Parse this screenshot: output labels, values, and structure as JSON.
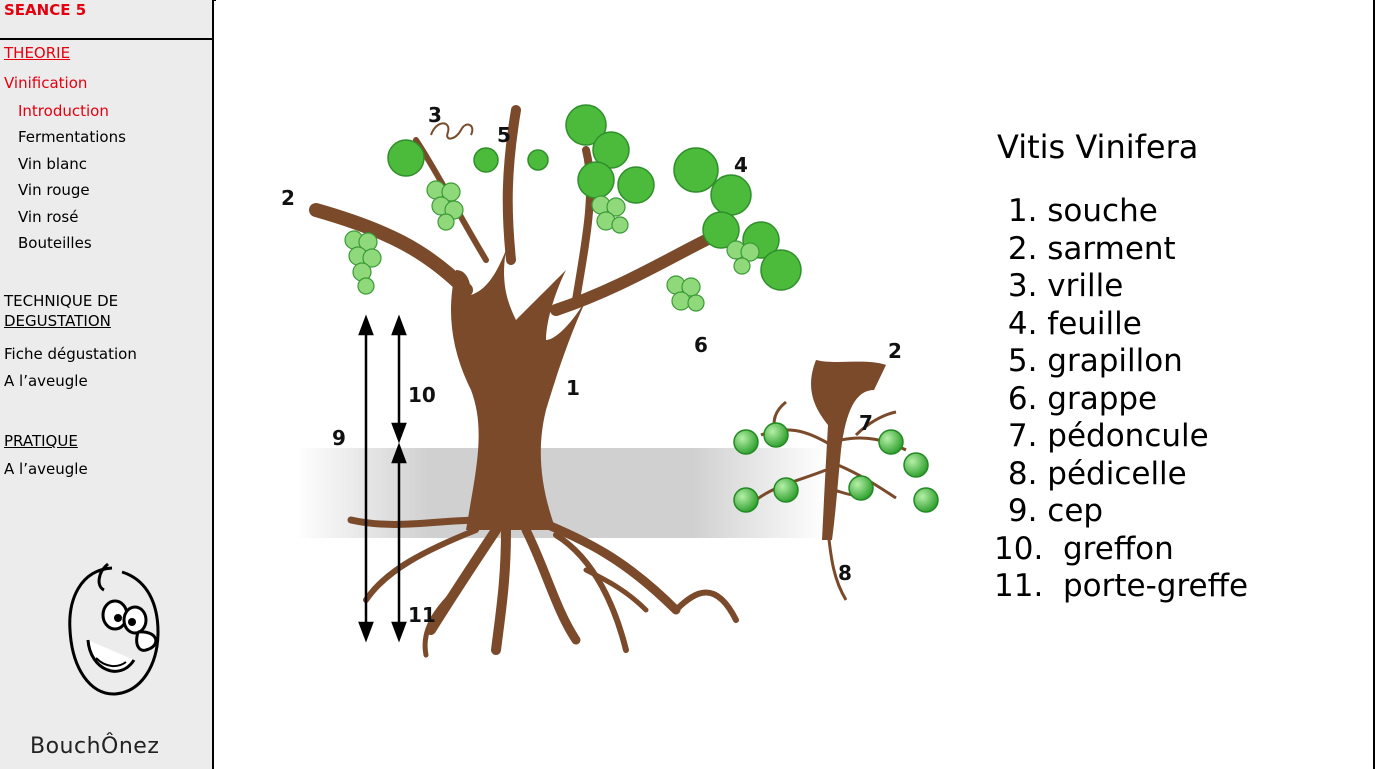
{
  "sidebar": {
    "title": "SEANCE 5",
    "theory": "THEORIE",
    "vinification": "Vinification",
    "items": [
      {
        "label": "Introduction"
      },
      {
        "label": "Fermentations"
      },
      {
        "label": "Vin blanc"
      },
      {
        "label": "Vin rouge"
      },
      {
        "label": "Vin rosé"
      },
      {
        "label": "Bouteilles"
      }
    ],
    "technique_line1": "TECHNIQUE DE",
    "technique_line2": "DEGUSTATION",
    "fiche": "Fiche dégustation",
    "aveugle1": "A l’aveugle",
    "pratique": "PRATIQUE",
    "aveugle2": "A l’aveugle",
    "brand": "BouchÔnez"
  },
  "main": {
    "legend_title": "Vitis Vinifera",
    "legend": [
      " 1. souche",
      " 2. sarment",
      " 3. vrille",
      " 4. feuille",
      " 5. grapillon",
      " 6. grappe",
      " 7. pédoncule",
      " 8. pédicelle",
      " 9. cep",
      "10.  greffon",
      "11.  porte-greffe"
    ],
    "diagram_labels": {
      "n1": "1",
      "n2": "2",
      "n2b": "2",
      "n3": "3",
      "n4": "4",
      "n5": "5",
      "n6": "6",
      "n7": "7",
      "n8": "8",
      "n9": "9",
      "n10": "10",
      "n11": "11"
    },
    "colors": {
      "trunk": "#7a4a2b",
      "leaf": "#4cbb3c",
      "grape": "#33b233",
      "ground": "#c9c9c9"
    }
  }
}
